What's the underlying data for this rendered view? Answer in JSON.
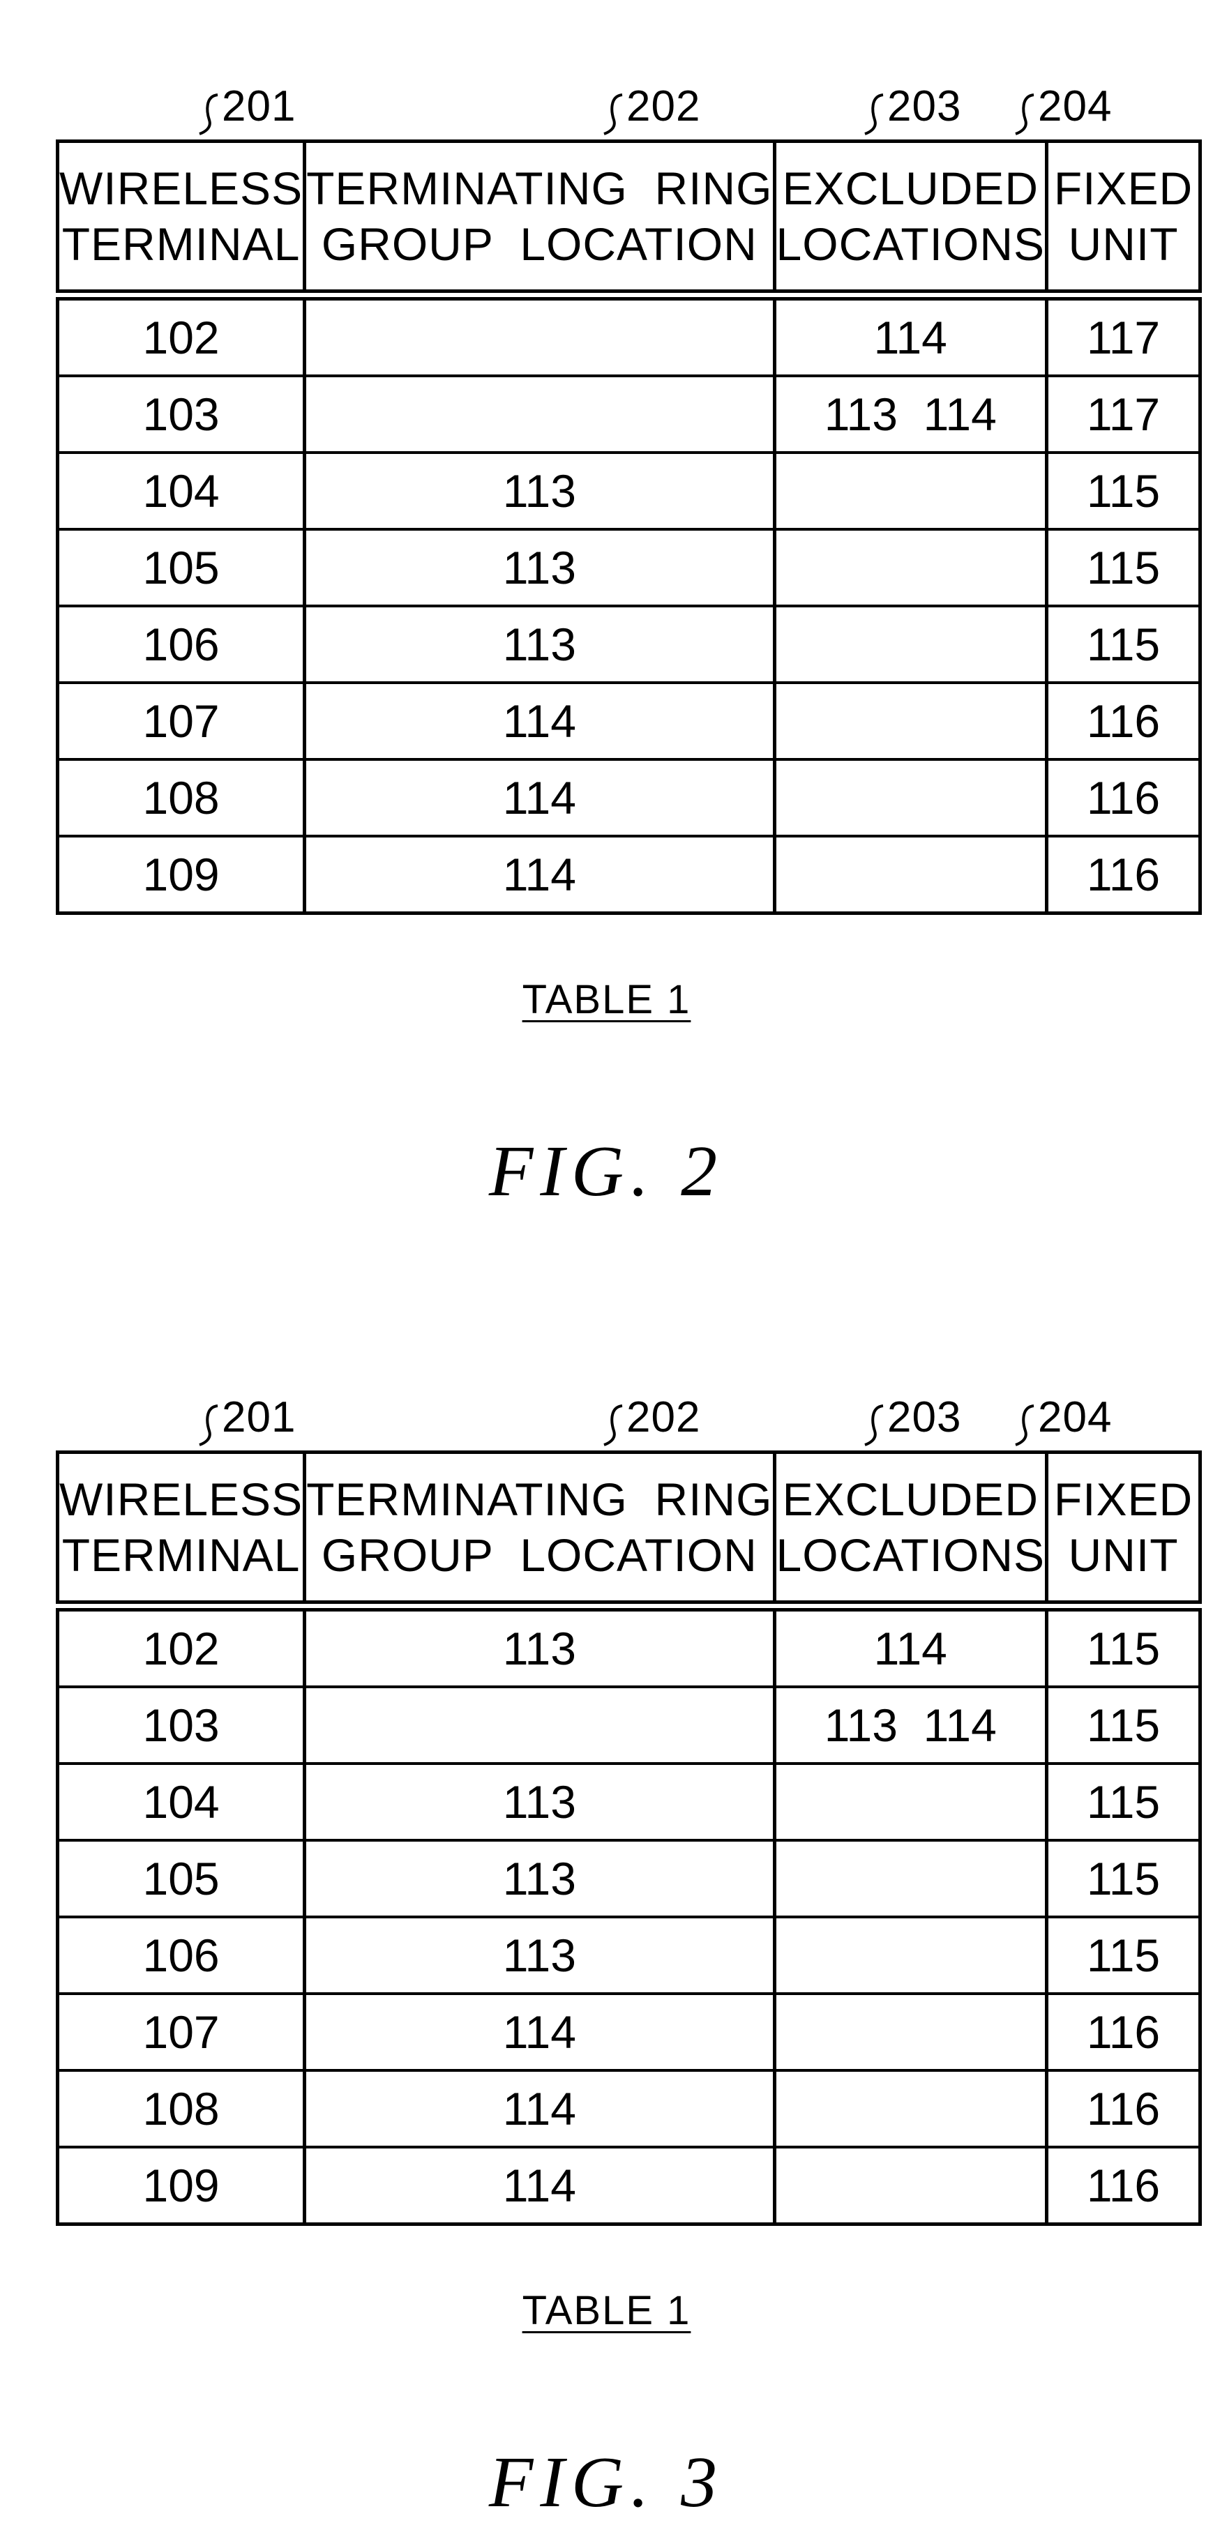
{
  "columns": [
    {
      "ref": "201",
      "line1": "WIRELESS",
      "line2": "TERMINAL"
    },
    {
      "ref": "202",
      "line1": "TERMINATING  RING",
      "line2": "GROUP  LOCATION"
    },
    {
      "ref": "203",
      "line1": "EXCLUDED",
      "line2": "LOCATIONS"
    },
    {
      "ref": "204",
      "line1": "FIXED",
      "line2": "UNIT"
    }
  ],
  "fig2": {
    "table_caption": "TABLE 1",
    "fig_label": "FIG. 2",
    "rows": [
      {
        "terminal": "102",
        "ring_group": "",
        "excluded": "114",
        "fixed": "117"
      },
      {
        "terminal": "103",
        "ring_group": "",
        "excluded": "113  114",
        "fixed": "117"
      },
      {
        "terminal": "104",
        "ring_group": "113",
        "excluded": "",
        "fixed": "115"
      },
      {
        "terminal": "105",
        "ring_group": "113",
        "excluded": "",
        "fixed": "115"
      },
      {
        "terminal": "106",
        "ring_group": "113",
        "excluded": "",
        "fixed": "115"
      },
      {
        "terminal": "107",
        "ring_group": "114",
        "excluded": "",
        "fixed": "116"
      },
      {
        "terminal": "108",
        "ring_group": "114",
        "excluded": "",
        "fixed": "116"
      },
      {
        "terminal": "109",
        "ring_group": "114",
        "excluded": "",
        "fixed": "116"
      }
    ]
  },
  "fig3": {
    "table_caption": "TABLE 1",
    "fig_label": "FIG. 3",
    "rows": [
      {
        "terminal": "102",
        "ring_group": "113",
        "excluded": "114",
        "fixed": "115"
      },
      {
        "terminal": "103",
        "ring_group": "",
        "excluded": "113  114",
        "fixed": "115"
      },
      {
        "terminal": "104",
        "ring_group": "113",
        "excluded": "",
        "fixed": "115"
      },
      {
        "terminal": "105",
        "ring_group": "113",
        "excluded": "",
        "fixed": "115"
      },
      {
        "terminal": "106",
        "ring_group": "113",
        "excluded": "",
        "fixed": "115"
      },
      {
        "terminal": "107",
        "ring_group": "114",
        "excluded": "",
        "fixed": "116"
      },
      {
        "terminal": "108",
        "ring_group": "114",
        "excluded": "",
        "fixed": "116"
      },
      {
        "terminal": "109",
        "ring_group": "114",
        "excluded": "",
        "fixed": "116"
      }
    ]
  }
}
